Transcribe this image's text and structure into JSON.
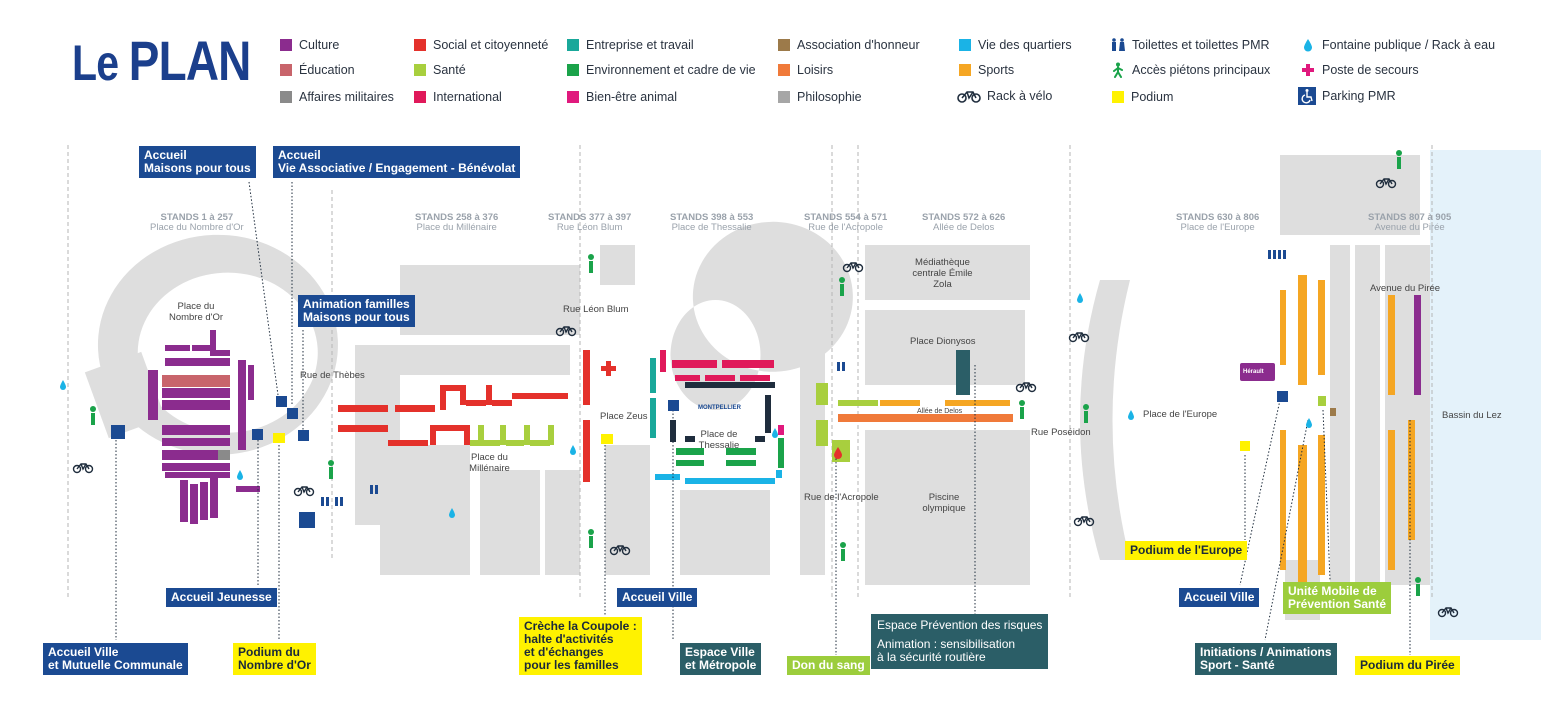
{
  "title": {
    "part1": "Le",
    "part2": "PLAN"
  },
  "legend": [
    {
      "label": "Culture",
      "color": "#8b2c8e",
      "icon": null
    },
    {
      "label": "Éducation",
      "color": "#c8646b",
      "icon": null
    },
    {
      "label": "Affaires militaires",
      "color": "#8a8a8a",
      "icon": null
    },
    {
      "label": "Social et citoyenneté",
      "color": "#e4312b",
      "icon": null
    },
    {
      "label": "Santé",
      "color": "#a8cf3e",
      "icon": null
    },
    {
      "label": "International",
      "color": "#e0195a",
      "icon": null
    },
    {
      "label": "Entreprise et travail",
      "color": "#19a89a",
      "icon": null
    },
    {
      "label": "Environnement  et cadre de vie",
      "color": "#1aa34a",
      "icon": null
    },
    {
      "label": "Bien-être animal",
      "color": "#e0197d",
      "icon": null
    },
    {
      "label": "Association d'honneur",
      "color": "#9c7a4a",
      "icon": null
    },
    {
      "label": "Loisirs",
      "color": "#f07a3a",
      "icon": null
    },
    {
      "label": "Philosophie",
      "color": "#a6a6a6",
      "icon": null
    },
    {
      "label": "Vie des quartiers",
      "color": "#1ab3e6",
      "icon": null
    },
    {
      "label": "Sports",
      "color": "#f5a623",
      "icon": null
    },
    {
      "label": "Rack à vélo",
      "color": "#1f2d3d",
      "icon": "bicycle-icon"
    },
    {
      "label": "Toilettes et toilettes PMR",
      "color": "#1b4a92",
      "icon": "toilets-icon"
    },
    {
      "label": "Accès piétons principaux",
      "color": "#1aa34a",
      "icon": "pedestrian-icon"
    },
    {
      "label": "Podium",
      "color": "#fff200",
      "icon": null
    },
    {
      "label": "Fontaine publique / Rack à eau",
      "color": "#1ab3e6",
      "icon": "water-drop-icon"
    },
    {
      "label": "Poste de secours",
      "color": "#e0197d",
      "icon": "first-aid-cross-icon"
    },
    {
      "label": "Parking PMR",
      "color": "#1b4a92",
      "icon": "wheelchair-icon"
    }
  ],
  "stands": [
    {
      "range": "STANDS 1 à 257",
      "place": "Place du Nombre d'Or"
    },
    {
      "range": "STANDS 258 à 376",
      "place": "Place du Millénaire"
    },
    {
      "range": "STANDS 377 à 397",
      "place": "Rue Léon Blum"
    },
    {
      "range": "STANDS 398 à 553",
      "place": "Place de Thessalie"
    },
    {
      "range": "STANDS 554 à 571",
      "place": "Rue de l'Acropole"
    },
    {
      "range": "STANDS 572 à 626",
      "place": "Allée de Delos"
    },
    {
      "range": "STANDS 630 à 806",
      "place": "Place de l'Europe"
    },
    {
      "range": "STANDS 807 à 905",
      "place": "Avenue du Pirée"
    }
  ],
  "map_labels": {
    "place_nombre_or": "Place du Nombre d'Or",
    "rue_thebes": "Rue de Thèbes",
    "place_millenaire": "Place du Millénaire",
    "rue_leon_blum": "Rue Léon Blum",
    "place_zeus": "Place Zeus",
    "place_thessalie": "Place de Thessalie",
    "montpellier": "MONTPELLIER",
    "mediatheque": "Médiathèque centrale Émile Zola",
    "place_dionysos": "Place Dionysos",
    "allee_delos": "Allée de Delos",
    "rue_poseidon": "Rue Poséidon",
    "rue_acropole": "Rue de l'Acropole",
    "piscine": "Piscine olympique",
    "place_europe": "Place de l'Europe",
    "avenue_piree": "Avenue du Pirée",
    "bassin_lez": "Bassin du Lez",
    "herault": "Hérault"
  },
  "callouts": {
    "accueil_maisons": [
      "Accueil",
      "Maisons pour tous"
    ],
    "accueil_vie_asso": [
      "Accueil",
      "Vie Associative / Engagement - Bénévolat"
    ],
    "animation_familles": [
      "Animation familles",
      "Maisons pour tous"
    ],
    "accueil_jeunesse": [
      "Accueil Jeunesse"
    ],
    "accueil_ville_mutuelle": [
      "Accueil Ville",
      "et Mutuelle Communale"
    ],
    "podium_nombre_or": [
      "Podium du",
      "Nombre d'Or"
    ],
    "creche": [
      "Crèche la Coupole :",
      "halte d'activités",
      "et d'échanges",
      "pour les familles"
    ],
    "accueil_ville_1": [
      "Accueil Ville"
    ],
    "espace_ville": [
      "Espace Ville",
      "et Métropole"
    ],
    "don_sang": [
      "Don du sang"
    ],
    "espace_prevention": [
      "Espace Prévention des risques",
      "",
      "Animation : sensibilisation",
      "à la sécurité routière"
    ],
    "podium_europe": [
      "Podium de l'Europe"
    ],
    "accueil_ville_2": [
      "Accueil Ville"
    ],
    "unite_mobile": [
      "Unité Mobile de",
      "Prévention Santé"
    ],
    "initiations": [
      "Initiations / Animations",
      "Sport - Santé"
    ],
    "podium_piree": [
      "Podium du Pirée"
    ]
  }
}
